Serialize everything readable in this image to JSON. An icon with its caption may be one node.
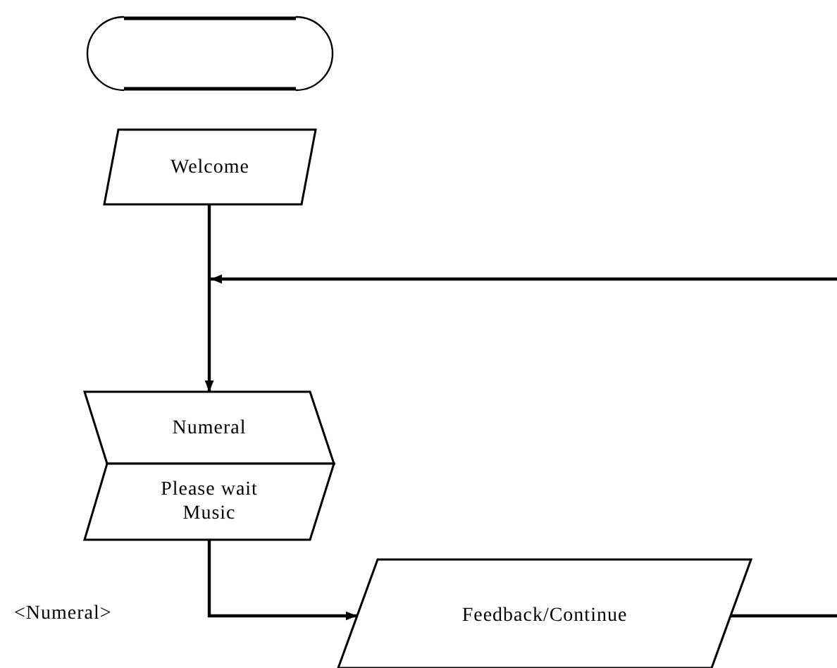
{
  "diagram": {
    "nodes": [
      {
        "text": [],
        "shape": "terminal"
      },
      {
        "text": [
          "Welcome"
        ]
      },
      {
        "text": [
          "Numeral"
        ]
      },
      {
        "text": [
          "Please wait Music"
        ]
      },
      {
        "text": [
          "Feedback/Continue"
        ]
      }
    ],
    "edges": [
      {
        "from": 1,
        "to": 2,
        "arrow": "to"
      },
      {
        "from": null,
        "to": 2,
        "arrow": "to"
      },
      {
        "from": 3,
        "to": 4,
        "arrow": "to"
      },
      {
        "from": 4,
        "to": null,
        "arrow": "none"
      }
    ],
    "labels": [
      "<Numeral>"
    ]
  }
}
